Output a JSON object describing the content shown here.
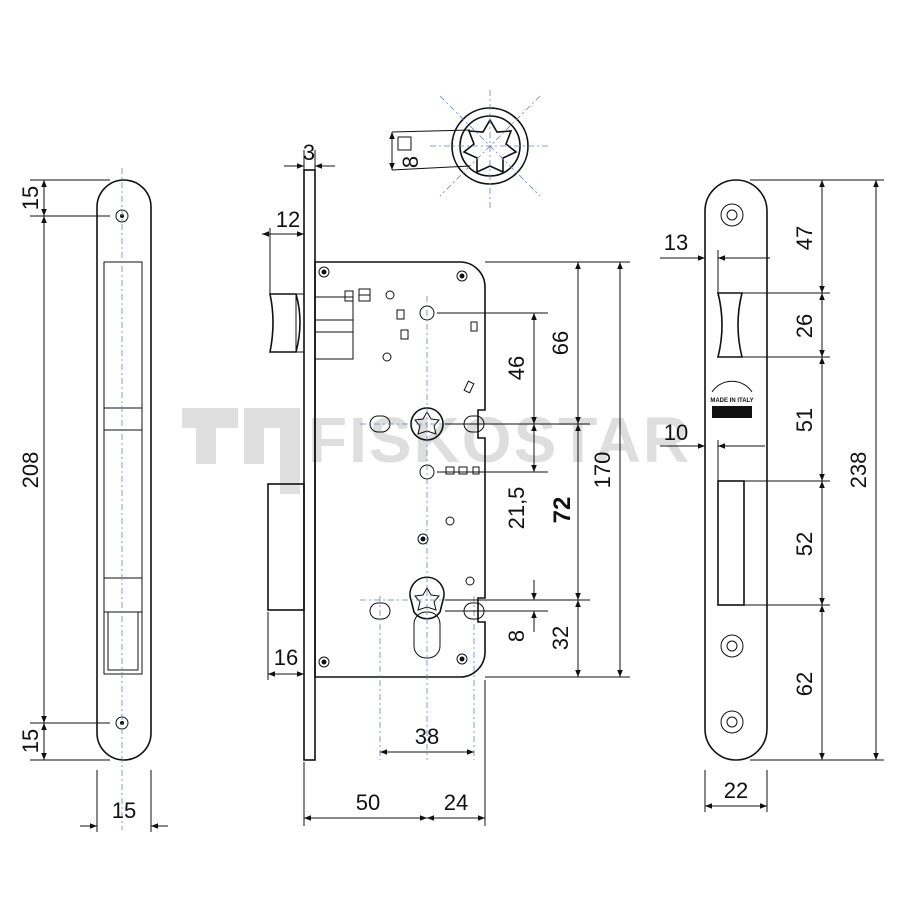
{
  "watermark": {
    "text": "FISKOSTAR"
  },
  "spindle": {
    "square_label": "□",
    "size_label": "8"
  },
  "faceplate_left": {
    "top_hole_offset": "15",
    "bottom_hole_offset": "15",
    "hole_spacing": "208",
    "width": "15"
  },
  "lock_body": {
    "faceplate_thickness": "3",
    "latch_projection": "12",
    "bolt_projection": "16",
    "handle_to_top": "46",
    "handle_to_case_top": "66",
    "case_height": "170",
    "handle_to_small_hole": "21,5",
    "handle_to_cylinder": "72",
    "cylinder_offset": "8",
    "cylinder_to_bottom": "32",
    "backset_holes": "38",
    "backset": "50",
    "body_depth": "24"
  },
  "strike_plate": {
    "latch_width": "13",
    "latch_from_top": "47",
    "latch_height": "26",
    "gap_middle": "51",
    "bolt_inset": "10",
    "bolt_height": "52",
    "bottom_to_hole": "62",
    "total_height": "238",
    "width": "22",
    "stamp_text": "MADE IN ITALY"
  }
}
